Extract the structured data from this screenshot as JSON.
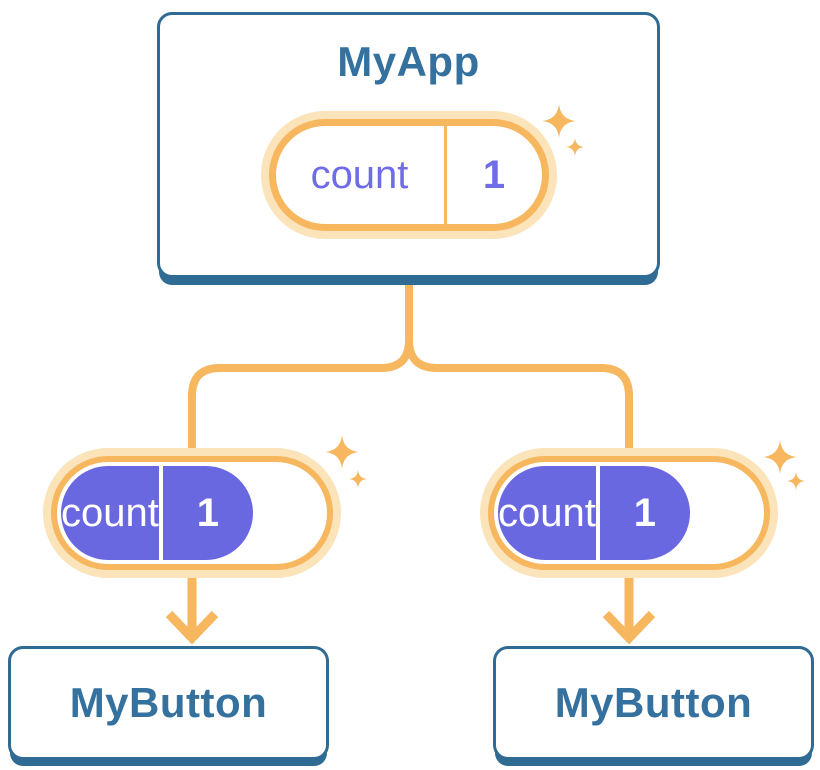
{
  "theme": {
    "blue_border": "#2F6B92",
    "blue_text": "#35719E",
    "orange": "#F6B75F",
    "orange_halo": "#FBE3BA",
    "purple": "#6A68E0",
    "purple_text": "#6F6CE8",
    "white": "#FFFFFF"
  },
  "app_card": {
    "title": "MyApp",
    "state": {
      "name": "count",
      "value": "1"
    }
  },
  "children": [
    {
      "title": "MyButton",
      "state": {
        "name": "count",
        "value": "1"
      }
    },
    {
      "title": "MyButton",
      "state": {
        "name": "count",
        "value": "1"
      }
    }
  ],
  "icons": {
    "sparkle": "✦"
  }
}
